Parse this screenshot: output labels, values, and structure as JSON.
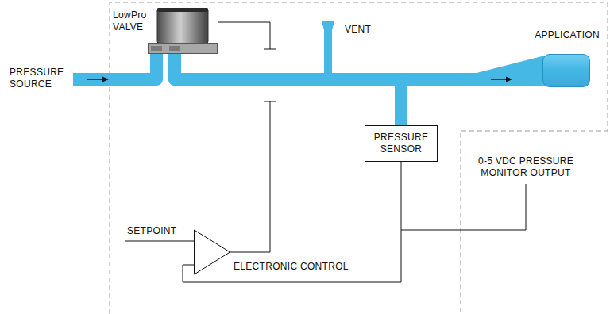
{
  "diagram": {
    "nodes": [
      {
        "text": [
          "LowPro VALVE"
        ]
      },
      {
        "text": [
          "PRESSURE SENSOR"
        ]
      },
      {
        "text": [
          "APPLICATION"
        ]
      },
      {
        "text": [
          "ELECTRONIC CONTROL"
        ]
      }
    ],
    "edges": [
      {
        "from": 0,
        "to": 2,
        "arrow": "to"
      },
      {
        "from": 0,
        "to": 1,
        "arrow": "none"
      },
      {
        "from": 3,
        "to": 0,
        "arrow": "none"
      },
      {
        "from": 1,
        "to": 3,
        "arrow": "none"
      }
    ],
    "labels": [
      "PRESSURE SOURCE",
      "VENT",
      "0-5 VDC PRESSURE MONITOR OUTPUT",
      "SETPOINT"
    ]
  }
}
